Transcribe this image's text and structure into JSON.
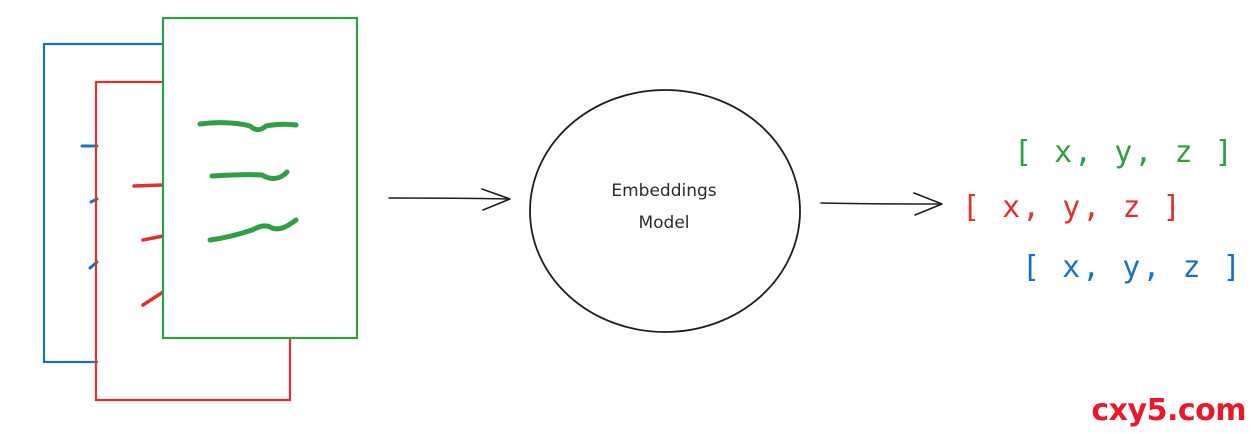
{
  "colors": {
    "blue": "#1971c2",
    "red": "#e03131",
    "green": "#2f9e44",
    "ink": "#1e1e1e",
    "watermark": "#e8192c"
  },
  "model": {
    "line1": "Embeddings",
    "line2": "Model"
  },
  "vectors": [
    {
      "label": "[ x, y, z ]",
      "color": "green"
    },
    {
      "label": "[ x, y, z ]",
      "color": "red"
    },
    {
      "label": "[ x, y, z ]",
      "color": "blue"
    }
  ],
  "watermark": "cxy5.com"
}
